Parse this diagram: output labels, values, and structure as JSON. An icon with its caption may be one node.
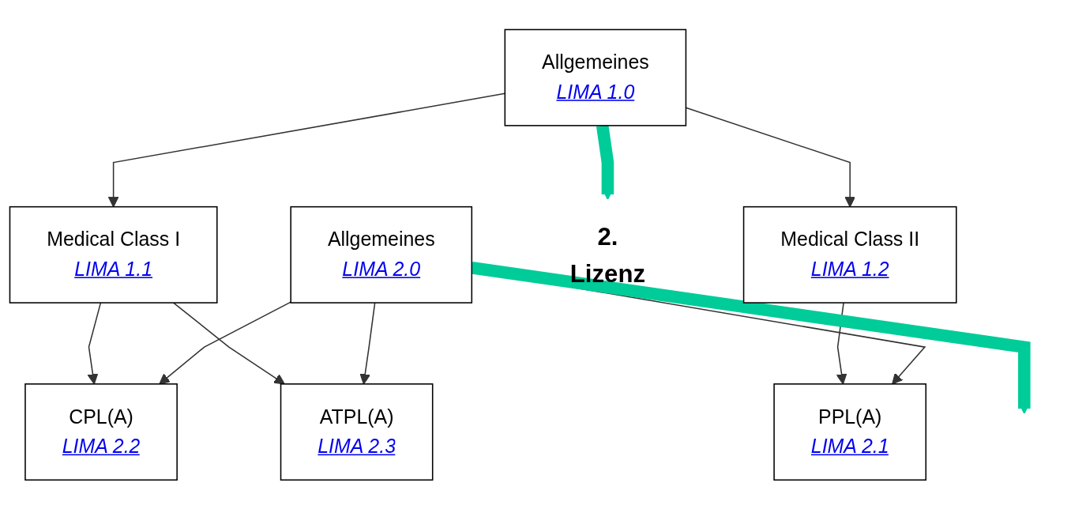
{
  "diagram": {
    "nodes": [
      {
        "text": [
          "Allgemeines",
          "LIMA 1.0"
        ]
      },
      {
        "text": [
          "Medical Class I",
          "LIMA 1.1"
        ]
      },
      {
        "text": [
          "Medical Class II",
          "LIMA 1.2"
        ]
      },
      {
        "text": [
          "2.",
          "Lizenz"
        ]
      },
      {
        "text": [
          "Allgemeines",
          "LIMA 2.0"
        ]
      },
      {
        "text": [
          "CPL(A)",
          "LIMA 2.2"
        ]
      },
      {
        "text": [
          "ATPL(A)",
          "LIMA 2.3"
        ]
      },
      {
        "text": [
          "PPL(A)",
          "LIMA 2.1"
        ]
      }
    ],
    "edges": [
      {
        "from": 0,
        "to": 1,
        "arrow": "to"
      },
      {
        "from": 0,
        "to": 2,
        "arrow": "to"
      },
      {
        "from": 0,
        "to": 3,
        "arrow": "to",
        "style": "thick",
        "color": "#00cc99"
      },
      {
        "from": 1,
        "to": 5,
        "arrow": "to"
      },
      {
        "from": 1,
        "to": 6,
        "arrow": "to"
      },
      {
        "from": 2,
        "to": 7,
        "arrow": "to"
      },
      {
        "from": 4,
        "to": 5,
        "arrow": "to"
      },
      {
        "from": 4,
        "to": 6,
        "arrow": "to"
      },
      {
        "from": 4,
        "to": 7,
        "arrow": "to"
      },
      {
        "from": 4,
        "to": null,
        "arrow": "to",
        "style": "thick",
        "color": "#00cc99"
      }
    ]
  }
}
